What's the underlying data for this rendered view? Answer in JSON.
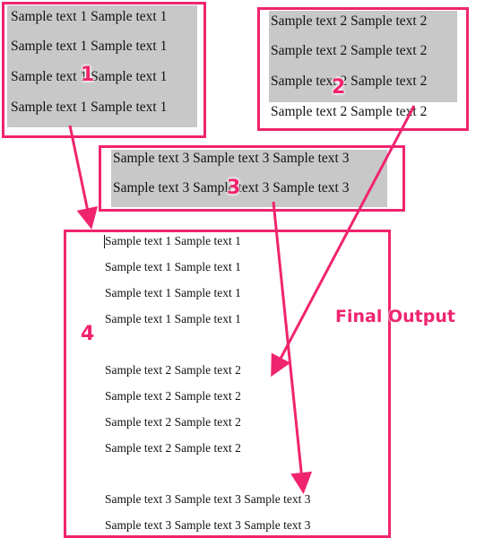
{
  "annotations": {
    "box1_number": "1",
    "box2_number": "2",
    "box3_number": "3",
    "box4_number": "4",
    "final_output_label": "Final Output",
    "accent_color": "#f0246e",
    "selection_color": "#c8c8c8"
  },
  "box1": {
    "lines": [
      "Sample text 1 Sample text 1",
      "Sample text 1 Sample text 1",
      "Sample text 1 Sample text 1",
      "Sample text 1 Sample text 1"
    ]
  },
  "box2": {
    "lines": [
      "Sample text 2 Sample text 2",
      "Sample text 2 Sample text 2",
      "Sample text 2 Sample text 2",
      "Sample text 2 Sample text 2"
    ]
  },
  "box3": {
    "lines": [
      "Sample text 3 Sample text 3 Sample text 3",
      "Sample text 3 Sample text 3 Sample text 3"
    ]
  },
  "output": {
    "lines": [
      "Sample text 1 Sample text 1",
      "Sample text 1 Sample text 1",
      "Sample text 1 Sample text 1",
      "Sample text 1 Sample text 1",
      "Sample text 2 Sample text 2",
      "Sample text 2 Sample text 2",
      "Sample text 2 Sample text 2",
      "Sample text 2 Sample text 2",
      "Sample text 3 Sample text 3 Sample text 3",
      "Sample text 3 Sample text 3 Sample text 3"
    ]
  }
}
